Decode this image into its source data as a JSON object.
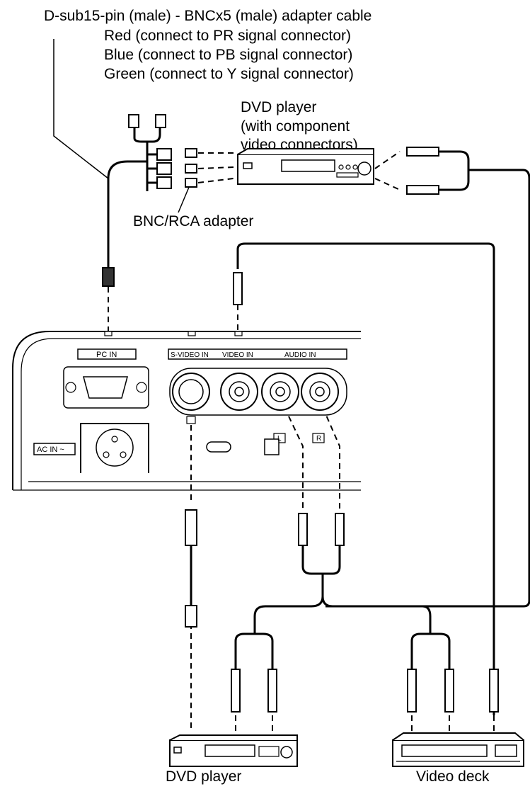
{
  "cable_title": "D-sub15-pin (male) - BNCx5 (male) adapter cable",
  "cable_colors": [
    "Red (connect to PR signal connector)",
    "Blue (connect to PB signal connector)",
    "Green (connect to Y signal connector)"
  ],
  "dvd_top": [
    "DVD player",
    "(with component",
    "video connectors)"
  ],
  "bnc_rca": "BNC/RCA adapter",
  "panel": {
    "pc_in": "PC IN",
    "svideo_in": "S-VIDEO IN",
    "video_in": "VIDEO IN",
    "audio_in": "AUDIO IN",
    "ac_in": "AC IN ~",
    "left": "L",
    "right": "R"
  },
  "bottom_left": "DVD player",
  "bottom_right": "Video deck"
}
